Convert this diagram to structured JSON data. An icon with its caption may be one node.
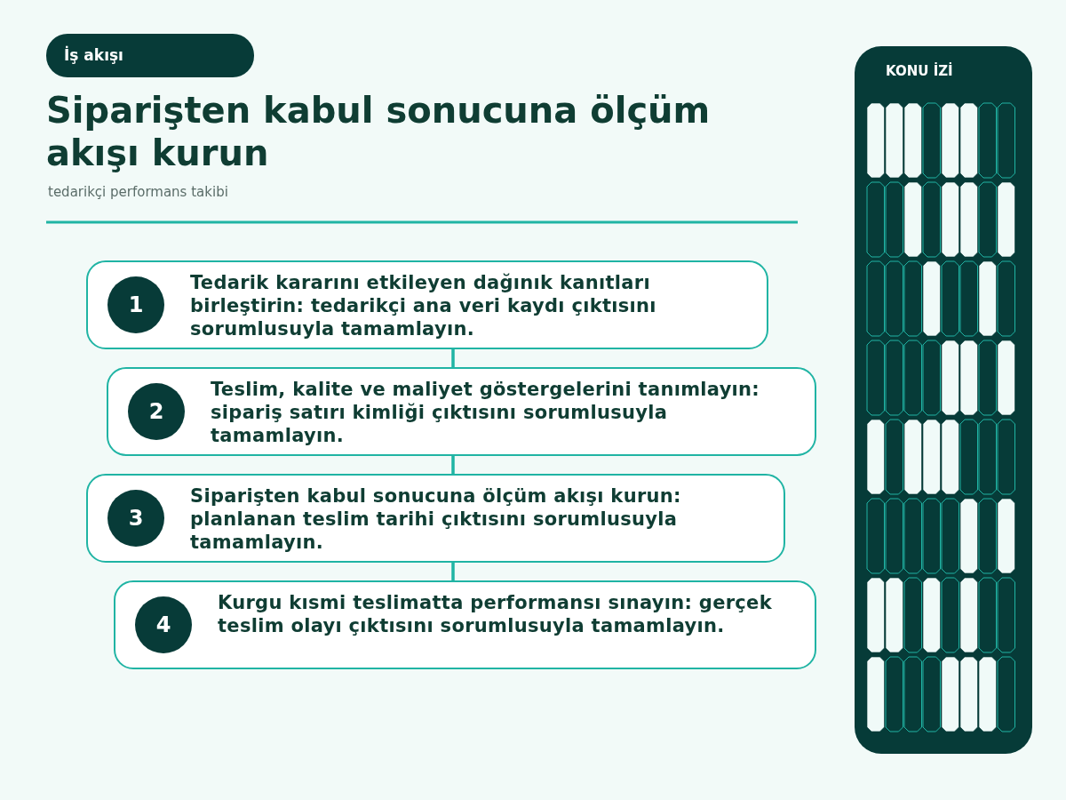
{
  "diagram": {
    "title": "Siparişten kabul sonucuna ölçüm akışı kurun",
    "nodes": [
      {
        "text": [
          "İş akışı"
        ]
      },
      {
        "text": [
          "Tedarik kararını etkileyen dağınık kanıtları birleştirin: tedarikçi ana veri kaydı çıktısını sorumlusuyla tamamlayın."
        ]
      },
      {
        "text": [
          "1"
        ],
        "in": 1
      },
      {
        "text": [
          "Teslim, kalite ve maliyet göstergelerini tanımlayın: sipariş satırı kimliği çıktısını sorumlusuyla tamamlayın."
        ]
      },
      {
        "text": [
          "2"
        ],
        "in": 3
      },
      {
        "text": [
          "Siparişten kabul sonucuna ölçüm akışı kurun: planlanan teslim tarihi çıktısını sorumlusuyla tamamlayın."
        ]
      },
      {
        "text": [
          "3"
        ],
        "in": 5
      },
      {
        "text": [
          "Kurgu kısmi teslimatta performansı sınayın: gerçek teslim olayı çıktısını sorumlusuyla tamamlayın."
        ]
      },
      {
        "text": [
          "4"
        ],
        "in": 7
      },
      {
        "text": [
          "KONU İZİ"
        ]
      }
    ],
    "edges": [
      {
        "from": 1,
        "to": 3,
        "arrow": "none"
      },
      {
        "from": 3,
        "to": 5,
        "arrow": "none"
      },
      {
        "from": 5,
        "to": 7,
        "arrow": "none"
      }
    ],
    "labels": [
      "tedarikçi performans takibi"
    ]
  }
}
